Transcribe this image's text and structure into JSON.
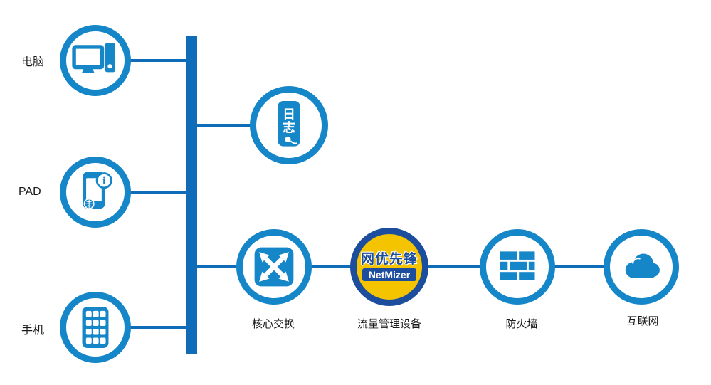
{
  "diagram": {
    "title": "network-topology"
  },
  "labels": {
    "computer": "电脑",
    "pad": "PAD",
    "phone": "手机",
    "log_char_1": "日",
    "log_char_2": "志",
    "core_switch": "核心交换",
    "traffic_device": "流量管理设备",
    "firewall": "防火墙",
    "internet": "互联网",
    "brand_cn": "网优先锋",
    "brand_en": "NetMizer"
  },
  "colors": {
    "primary_blue": "#1586c8",
    "bus_blue": "#0f6cb8",
    "netmizer_ring": "#1d4e9e",
    "netmizer_yellow": "#f5c400"
  }
}
